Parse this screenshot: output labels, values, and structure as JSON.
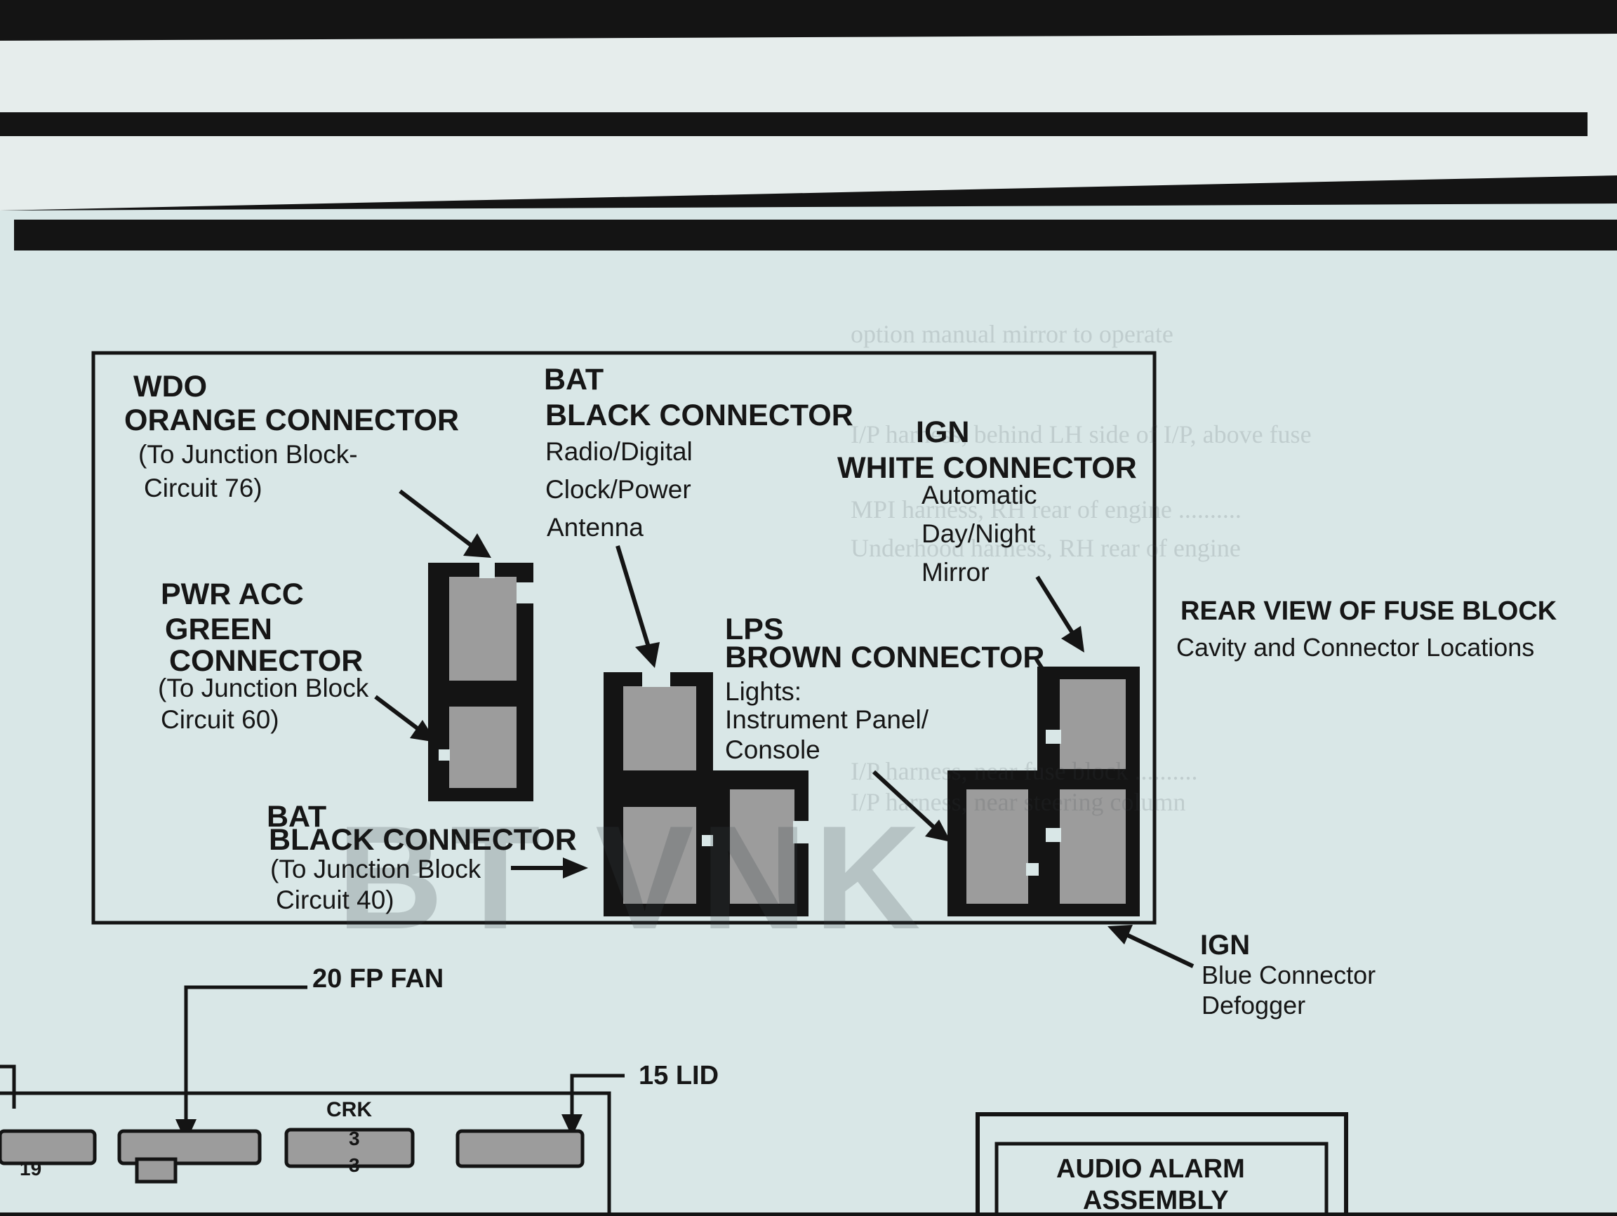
{
  "diagram": {
    "heading": "REAR VIEW OF FUSE BLOCK",
    "subheading": "Cavity and Connector Locations",
    "labels": {
      "wdo": {
        "code": "WDO",
        "name": "ORANGE CONNECTOR",
        "detail1": "(To Junction Block-",
        "detail2": "Circuit 76)"
      },
      "bat_top": {
        "code": "BAT",
        "name": "BLACK CONNECTOR",
        "detail1": "Radio/Digital",
        "detail2": "Clock/Power",
        "detail3": "Antenna"
      },
      "ign_white": {
        "code": "IGN",
        "name": "WHITE CONNECTOR",
        "detail1": "Automatic",
        "detail2": "Day/Night",
        "detail3": "Mirror"
      },
      "pwr_acc": {
        "code": "PWR ACC",
        "name1": "GREEN",
        "name2": "CONNECTOR",
        "detail1": "(To Junction Block",
        "detail2": "Circuit 60)"
      },
      "lps": {
        "code": "LPS",
        "name": "BROWN CONNECTOR",
        "detail1": "Lights:",
        "detail2": "Instrument Panel/",
        "detail3": "Console"
      },
      "bat_bottom": {
        "code": "BAT",
        "name": "BLACK CONNECTOR",
        "detail1": "(To Junction Block",
        "detail2": "Circuit 40)"
      },
      "ign_blue": {
        "code": "IGN",
        "detail1": "Blue Connector",
        "detail2": "Defogger"
      }
    },
    "lower_callouts": {
      "fp_fan": "20 FP FAN",
      "lid": "15 LID",
      "crk": "CRK",
      "fuse_small_1": "19",
      "fuse_small_2": "3",
      "fuse_small_3": "3",
      "audio_alarm_line1": "AUDIO ALARM",
      "audio_alarm_line2": "ASSEMBLY"
    }
  }
}
